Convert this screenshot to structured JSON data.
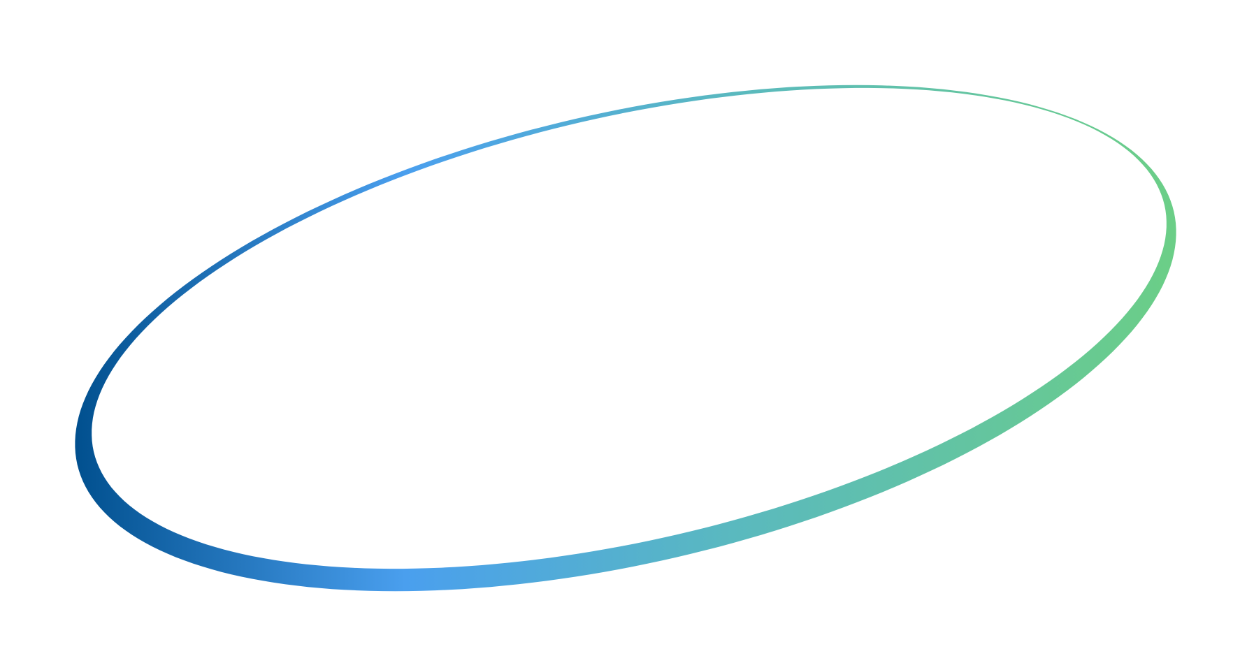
{
  "graphic": {
    "shape": "tilted-ellipse-ring",
    "fill": "none",
    "gradient": {
      "direction": "left-to-right",
      "stops": [
        {
          "offset": 0.0,
          "color": "#01508F"
        },
        {
          "offset": 0.3,
          "color": "#4A9FEE"
        },
        {
          "offset": 0.6,
          "color": "#5AB9BF"
        },
        {
          "offset": 1.0,
          "color": "#6BCE87"
        }
      ]
    }
  }
}
